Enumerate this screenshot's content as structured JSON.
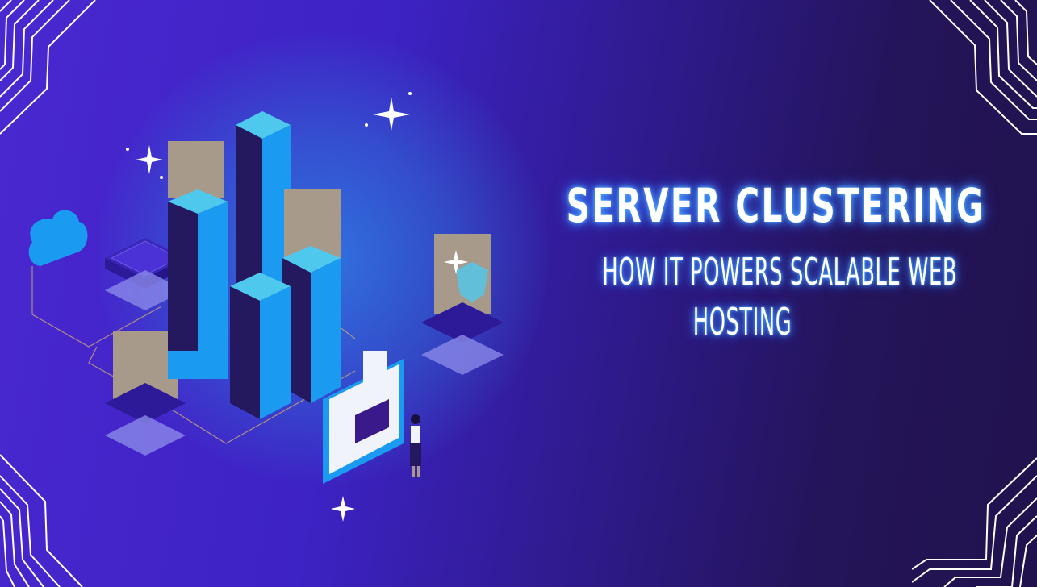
{
  "banner": {
    "title": "SERVER CLUSTERING",
    "subtitle_line1": "HOW IT POWERS SCALABLE WEB",
    "subtitle_line2": "HOSTING"
  },
  "illustration": {
    "elements": [
      "cloud-icon",
      "server-tower",
      "server-pedestal",
      "shield-lock-icon",
      "monitor-with-envelope",
      "person-figure",
      "sparkle-icon"
    ]
  },
  "colors": {
    "bg_left": "#4a28d0",
    "bg_right": "#21124e",
    "glow": "#2c8ce6",
    "server_face": "#1a9af0",
    "server_top": "#4fc8ee",
    "server_dark": "#24185e",
    "text_glow": "#4fb0ff"
  }
}
